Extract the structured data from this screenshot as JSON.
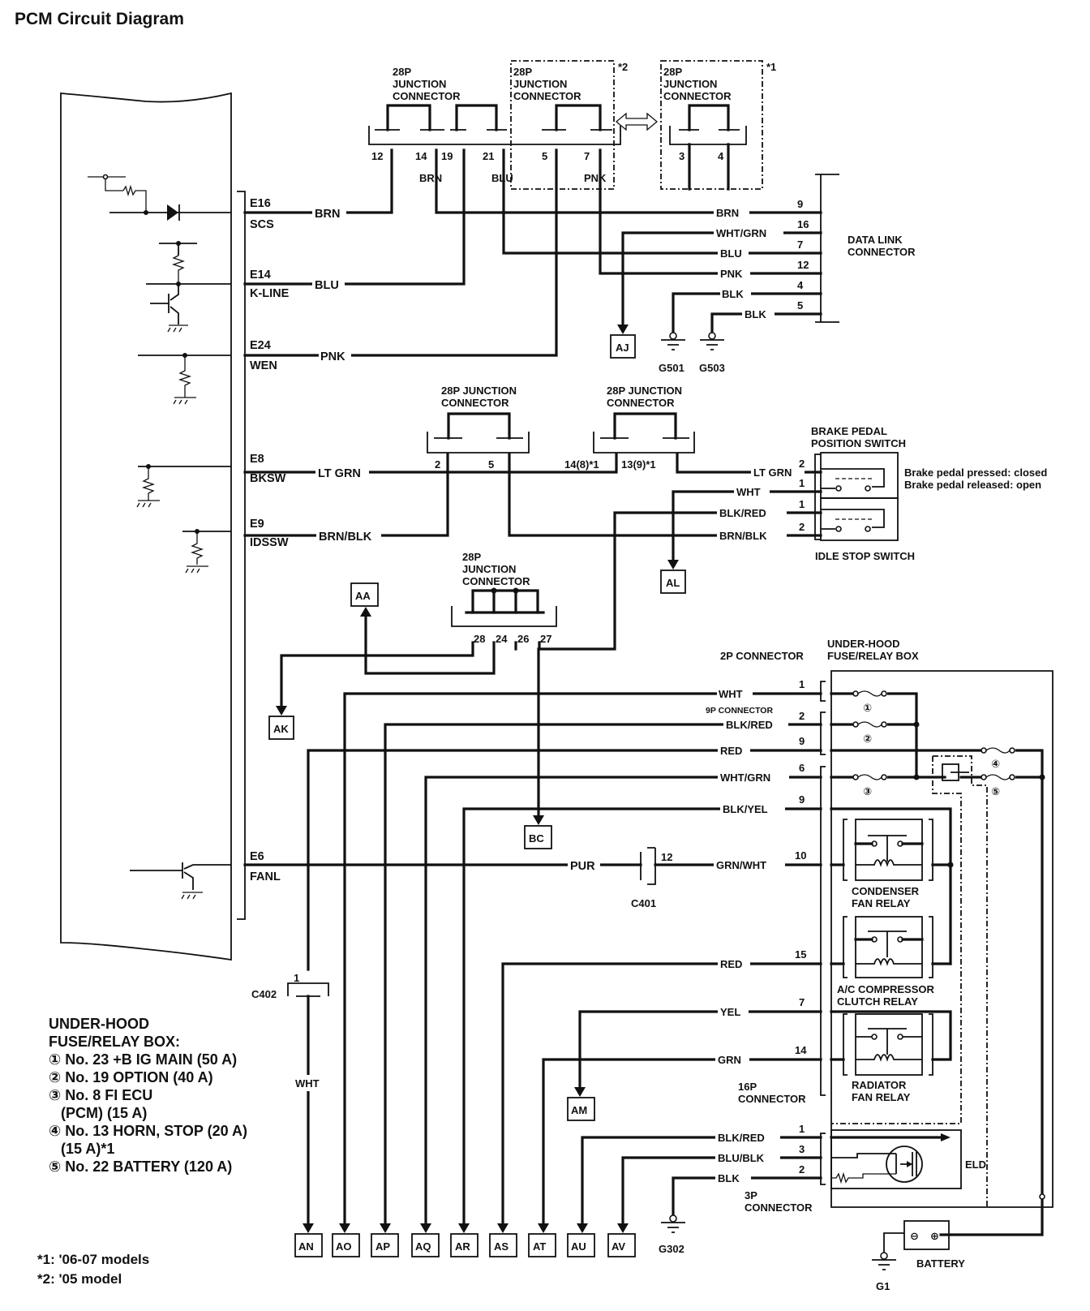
{
  "title": "PCM Circuit Diagram",
  "pcm_terminals": [
    {
      "pin": "E16",
      "signal": "SCS",
      "wire": "BRN"
    },
    {
      "pin": "E14",
      "signal": "K-LINE",
      "wire": "BLU"
    },
    {
      "pin": "E24",
      "signal": "WEN",
      "wire": "PNK"
    },
    {
      "pin": "E8",
      "signal": "BKSW",
      "wire": "LT GRN"
    },
    {
      "pin": "E9",
      "signal": "IDSSW",
      "wire": "BRN/BLK"
    },
    {
      "pin": "E6",
      "signal": "FANL",
      "wire": "PUR"
    }
  ],
  "junction_top": {
    "label_lines": [
      "28P",
      "JUNCTION",
      "CONNECTOR"
    ],
    "pins": [
      "12",
      "14",
      "19",
      "21"
    ],
    "wires": [
      "BRN",
      "BLU"
    ]
  },
  "junction_top_05": {
    "label_lines": [
      "28P",
      "JUNCTION",
      "CONNECTOR"
    ],
    "pins": [
      "5",
      "7"
    ],
    "wire": "PNK",
    "note": "*2"
  },
  "junction_top_0607": {
    "label_lines": [
      "28P",
      "JUNCTION",
      "CONNECTOR"
    ],
    "pins": [
      "3",
      "4"
    ],
    "note": "*1"
  },
  "data_link_connector": {
    "label_lines": [
      "DATA LINK",
      "CONNECTOR"
    ],
    "rows": [
      {
        "wire": "BRN",
        "pin": "9"
      },
      {
        "wire": "WHT/GRN",
        "pin": "16"
      },
      {
        "wire": "BLU",
        "pin": "7"
      },
      {
        "wire": "PNK",
        "pin": "12"
      },
      {
        "wire": "BLK",
        "pin": "4"
      },
      {
        "wire": "BLK",
        "pin": "5"
      }
    ]
  },
  "grounds": {
    "g501": "G501",
    "g503": "G503",
    "g302": "G302",
    "g1": "G1"
  },
  "junction_mid_left": {
    "label_lines": [
      "28P JUNCTION",
      "CONNECTOR"
    ],
    "pins": [
      "2",
      "5"
    ]
  },
  "junction_mid_right": {
    "label_lines": [
      "28P JUNCTION",
      "CONNECTOR"
    ],
    "pins": [
      "14(8)*1",
      "13(9)*1"
    ]
  },
  "brake_switch": {
    "label_lines": [
      "BRAKE PEDAL",
      "POSITION SWITCH"
    ],
    "rows": [
      {
        "wire": "LT GRN",
        "pin": "2"
      },
      {
        "wire": "WHT",
        "pin": "1"
      }
    ],
    "notes": [
      "Brake pedal pressed: closed",
      "Brake pedal released: open"
    ]
  },
  "idle_stop_switch": {
    "label": "IDLE STOP SWITCH",
    "rows": [
      {
        "wire": "BLK/RED",
        "pin": "1"
      },
      {
        "wire": "BRN/BLK",
        "pin": "2"
      }
    ]
  },
  "junction_lower": {
    "label_lines": [
      "28P",
      "JUNCTION",
      "CONNECTOR"
    ],
    "pins": [
      "28",
      "24",
      "26",
      "27"
    ]
  },
  "refs": {
    "aj": "AJ",
    "al": "AL",
    "aa": "AA",
    "ak": "AK",
    "bc": "BC",
    "am": "AM",
    "bottom": [
      "AN",
      "AO",
      "AP",
      "AQ",
      "AR",
      "AS",
      "AT",
      "AU",
      "AV"
    ]
  },
  "fuse_box": {
    "title_lines": [
      "UNDER-HOOD",
      "FUSE/RELAY BOX"
    ],
    "connector_2p": "2P CONNECTOR",
    "connector_9p": "9P CONNECTOR",
    "connector_16p": [
      "16P",
      "CONNECTOR"
    ],
    "connector_3p": [
      "3P",
      "CONNECTOR"
    ],
    "rows": [
      {
        "wire": "WHT",
        "pin": "1"
      },
      {
        "wire": "BLK/RED",
        "pin": "2"
      },
      {
        "wire": "RED",
        "pin": "9"
      },
      {
        "wire": "WHT/GRN",
        "pin": "6"
      },
      {
        "wire": "BLK/YEL",
        "pin": "9"
      },
      {
        "wire": "GRN/WHT",
        "pin": "10"
      },
      {
        "wire": "RED",
        "pin": "15"
      },
      {
        "wire": "YEL",
        "pin": "7"
      },
      {
        "wire": "GRN",
        "pin": "14"
      },
      {
        "wire": "BLK/RED",
        "pin": "1"
      },
      {
        "wire": "BLU/BLK",
        "pin": "3"
      },
      {
        "wire": "BLK",
        "pin": "2"
      }
    ],
    "fuse_markers": [
      "①",
      "②",
      "③",
      "④",
      "⑤"
    ],
    "relays": [
      [
        "CONDENSER",
        "FAN RELAY"
      ],
      [
        "A/C COMPRESSOR",
        "CLUTCH RELAY"
      ],
      [
        "RADIATOR",
        "FAN RELAY"
      ]
    ],
    "eld": "ELD"
  },
  "c401": {
    "label": "C401",
    "pin": "12",
    "wire_out": "GRN/WHT"
  },
  "c402": {
    "label": "C402",
    "pin": "1",
    "wire": "WHT"
  },
  "battery": {
    "label": "BATTERY",
    "neg": "⊖",
    "pos": "⊕"
  },
  "legend": {
    "lines": [
      "UNDER-HOOD",
      "FUSE/RELAY BOX:",
      "① No. 23 +B IG MAIN (50 A)",
      "② No. 19 OPTION (40 A)",
      "③ No. 8 FI ECU",
      "(PCM) (15 A)",
      "④ No. 13 HORN, STOP (20 A)",
      "(15 A)*1",
      "⑤ No. 22 BATTERY (120 A)"
    ]
  },
  "footnotes": [
    "*1: '06-07 models",
    "*2: '05 model"
  ]
}
